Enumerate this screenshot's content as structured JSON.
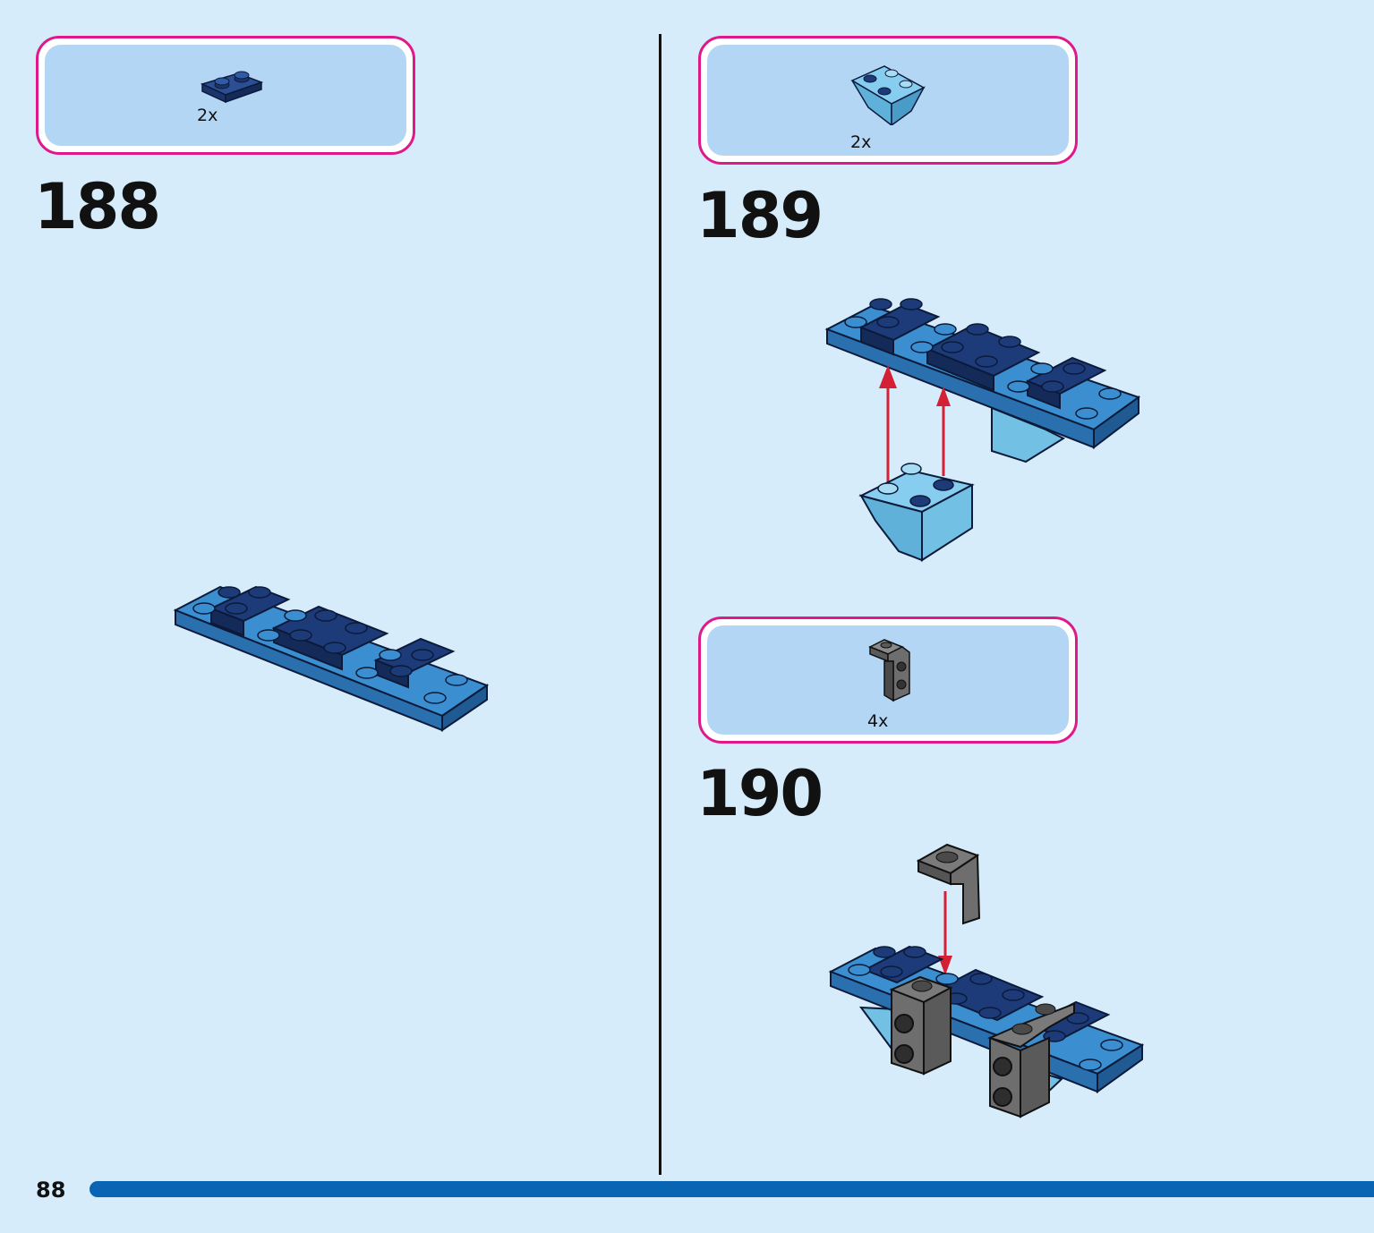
{
  "page": {
    "number": "88"
  },
  "colors": {
    "background": "#d6ecfb",
    "callout_border": "#e0198a",
    "callout_fill": "#b3d6f4",
    "progress_bar": "#0a64b4",
    "dark_blue_brick": "#1c3b78",
    "medium_blue_brick": "#3b8fd0",
    "light_blue_brick": "#72c0e4",
    "grey_brick": "#6e6e6e",
    "arrow": "#d42035"
  },
  "steps": [
    {
      "number": "188",
      "parts": [
        {
          "qty": "2x",
          "icon": "dark-blue-plate-1x2-icon"
        }
      ]
    },
    {
      "number": "189",
      "parts": [
        {
          "qty": "2x",
          "icon": "light-blue-inverted-slope-icon"
        }
      ]
    },
    {
      "number": "190",
      "parts": [
        {
          "qty": "4x",
          "icon": "grey-bracket-icon"
        }
      ]
    }
  ]
}
